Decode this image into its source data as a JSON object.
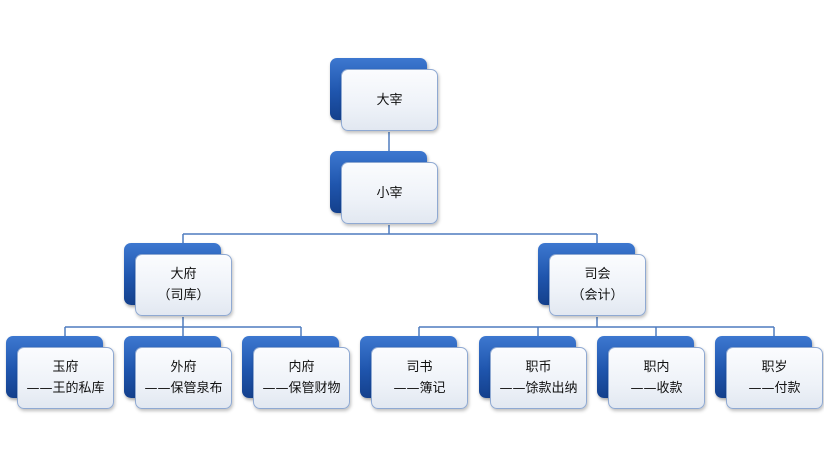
{
  "org_chart": {
    "nodes": [
      {
        "id": "dazai",
        "title": "大宰",
        "subtitle": ""
      },
      {
        "id": "xiaozai",
        "title": "小宰",
        "subtitle": ""
      },
      {
        "id": "dafu",
        "title": "大府",
        "subtitle": "（司库）"
      },
      {
        "id": "sihui",
        "title": "司会",
        "subtitle": "（会计）"
      },
      {
        "id": "yufu",
        "title": "玉府",
        "subtitle": "——王的私库"
      },
      {
        "id": "waifu",
        "title": "外府",
        "subtitle": "——保管泉布"
      },
      {
        "id": "neifu",
        "title": "内府",
        "subtitle": "——保管财物"
      },
      {
        "id": "sishu",
        "title": "司书",
        "subtitle": "——簿记"
      },
      {
        "id": "zhibi",
        "title": "职币",
        "subtitle": "——馀款出纳"
      },
      {
        "id": "zhinei",
        "title": "职内",
        "subtitle": "——收款"
      },
      {
        "id": "zhisui",
        "title": "职岁",
        "subtitle": "——付款"
      }
    ],
    "edges": [
      [
        "dazai",
        "xiaozai"
      ],
      [
        "xiaozai",
        "dafu"
      ],
      [
        "xiaozai",
        "sihui"
      ],
      [
        "dafu",
        "yufu"
      ],
      [
        "dafu",
        "waifu"
      ],
      [
        "dafu",
        "neifu"
      ],
      [
        "sihui",
        "sishu"
      ],
      [
        "sihui",
        "zhibi"
      ],
      [
        "sihui",
        "zhinei"
      ],
      [
        "sihui",
        "zhisui"
      ]
    ]
  }
}
